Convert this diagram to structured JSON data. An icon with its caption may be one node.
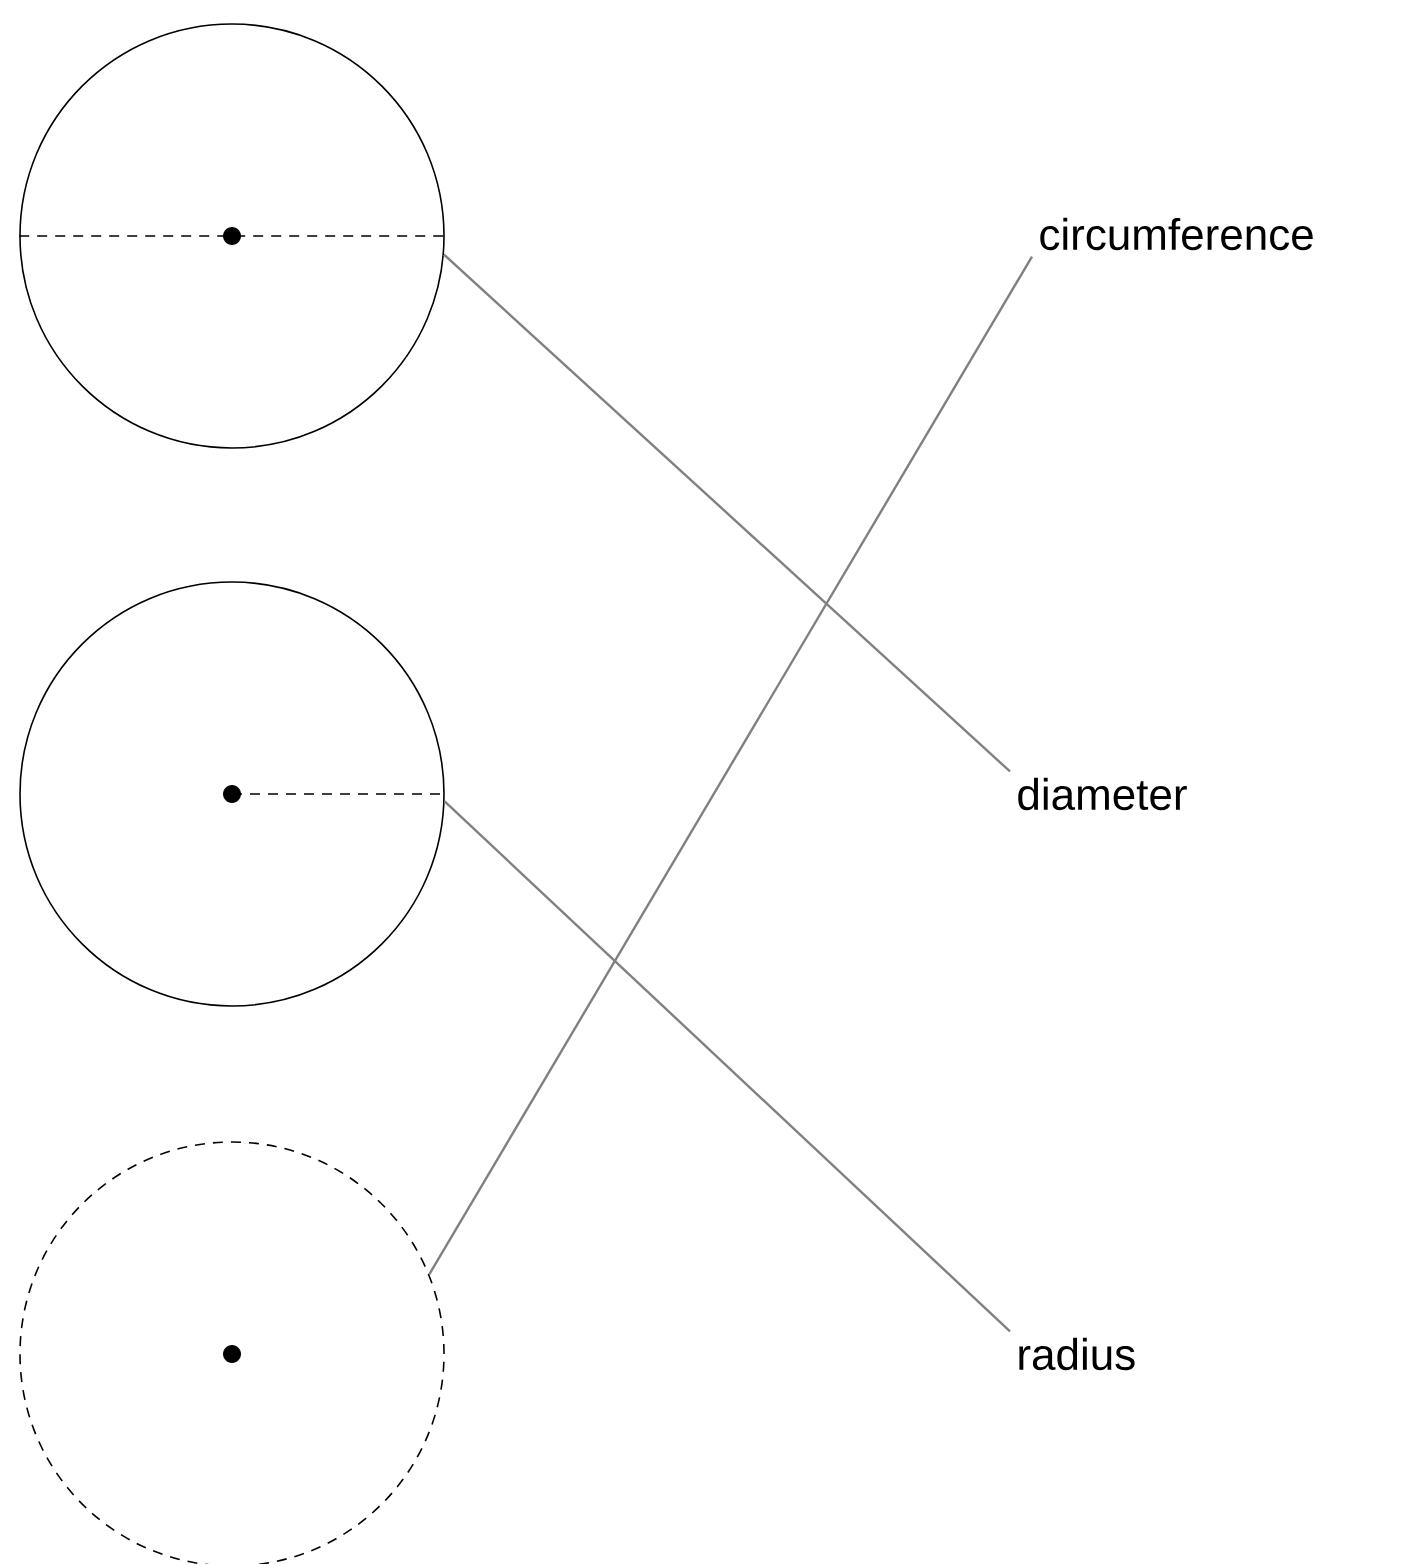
{
  "diagram": {
    "nodes": [
      {
        "text": [],
        "shape": "circle"
      },
      {
        "text": [
          "circumference"
        ]
      },
      {
        "text": [],
        "shape": "circle"
      },
      {
        "text": [
          "diameter"
        ]
      },
      {
        "text": [],
        "shape": "circle"
      },
      {
        "text": [
          "radius"
        ]
      }
    ],
    "edges": [
      {
        "from": 3,
        "to": 0,
        "arrow": "none"
      },
      {
        "from": 5,
        "to": 2,
        "arrow": "none"
      },
      {
        "from": 1,
        "to": 4,
        "arrow": "none"
      }
    ]
  }
}
